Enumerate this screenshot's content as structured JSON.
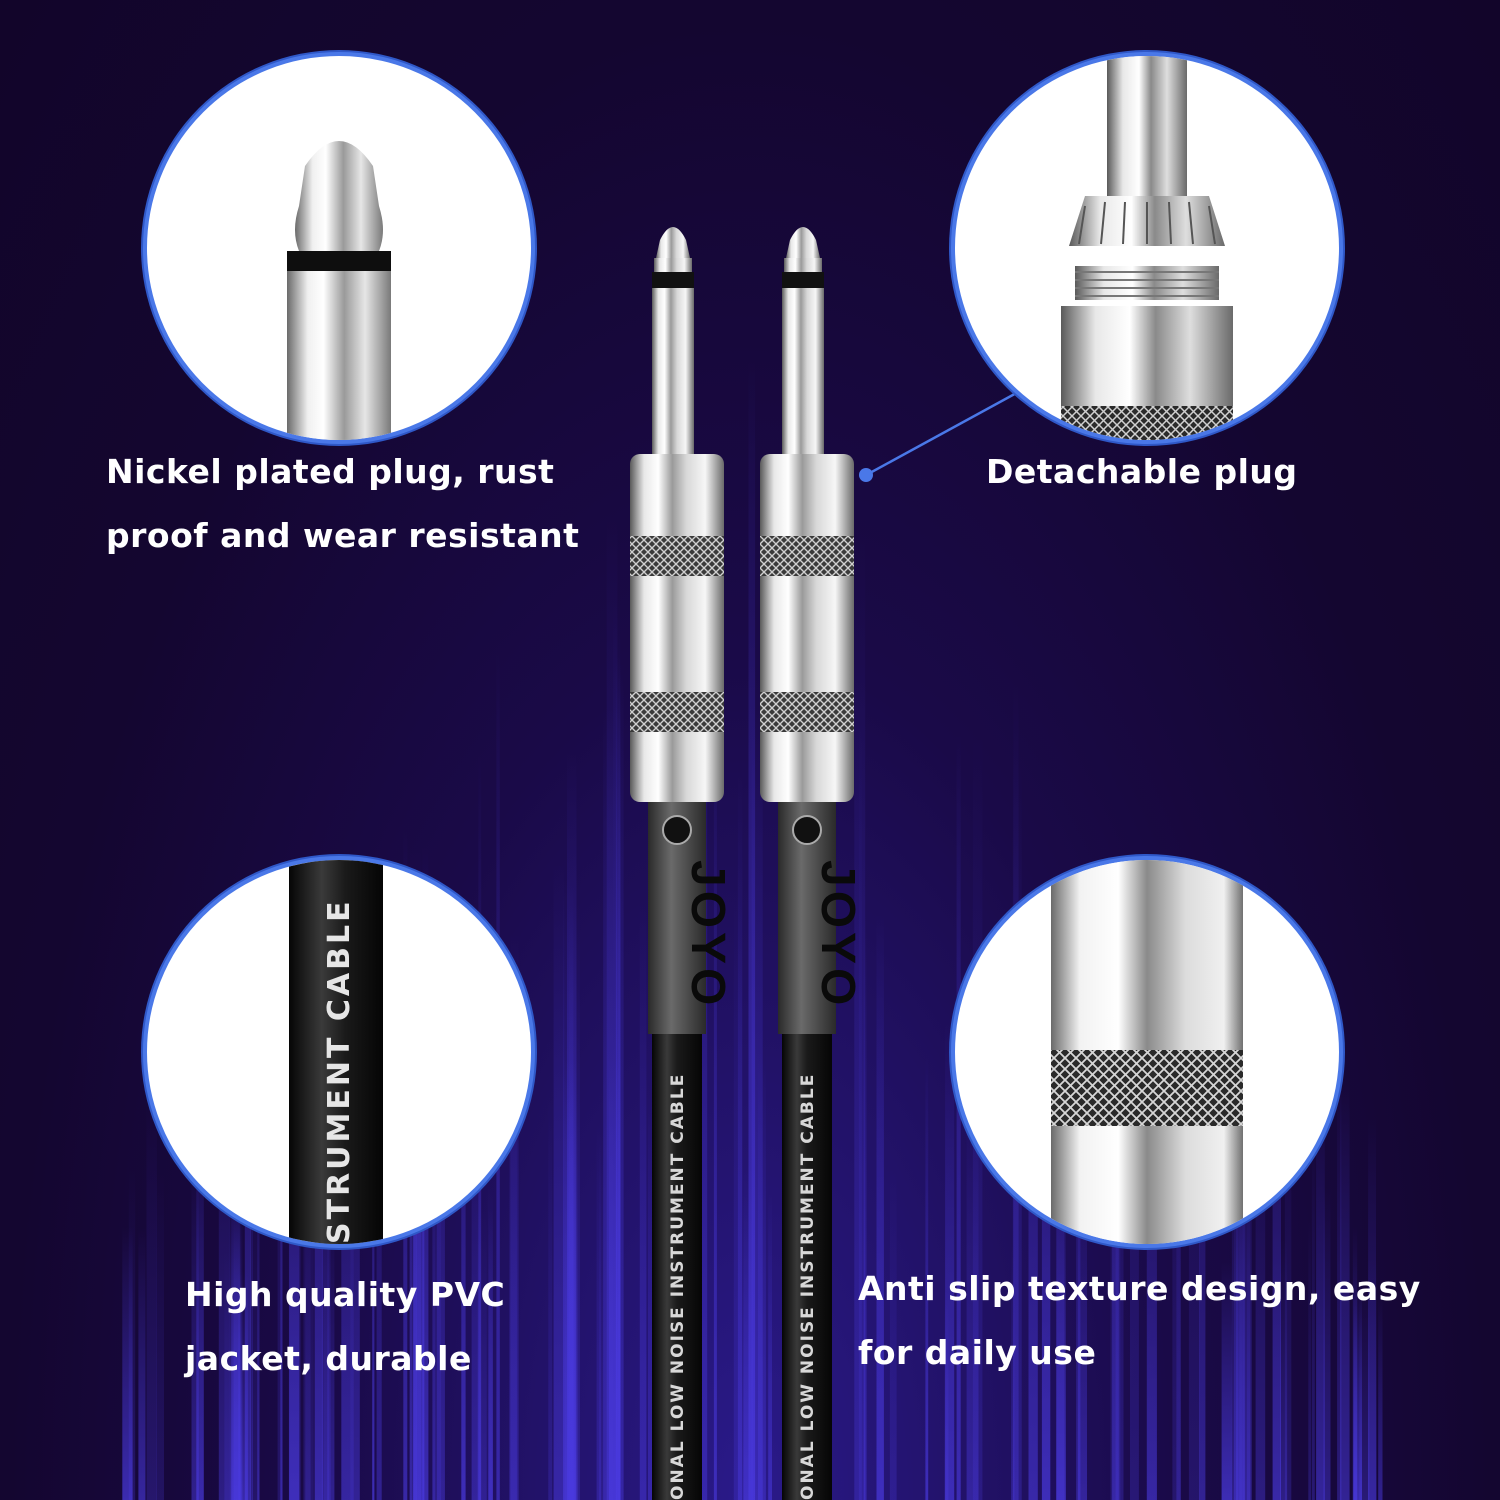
{
  "features": [
    {
      "id": "nickel",
      "caption": "Nickel plated plug, rust proof and wear resistant"
    },
    {
      "id": "detachable",
      "caption": "Detachable plug"
    },
    {
      "id": "pvc",
      "caption": "High quality PVC jacket, durable"
    },
    {
      "id": "antislip",
      "caption": "Anti slip texture design, easy for daily use"
    }
  ],
  "cable": {
    "brand": "JOYO",
    "jacket_text": "ONAL   LOW   NOISE   INSTRUMENT   CABLE",
    "closeup_text": "STRUMENT   CABLE"
  },
  "colors": {
    "background": "#13062e",
    "ring": "#4a78e8",
    "rays": "#4a3ae0",
    "callout": "#4a78e8"
  }
}
